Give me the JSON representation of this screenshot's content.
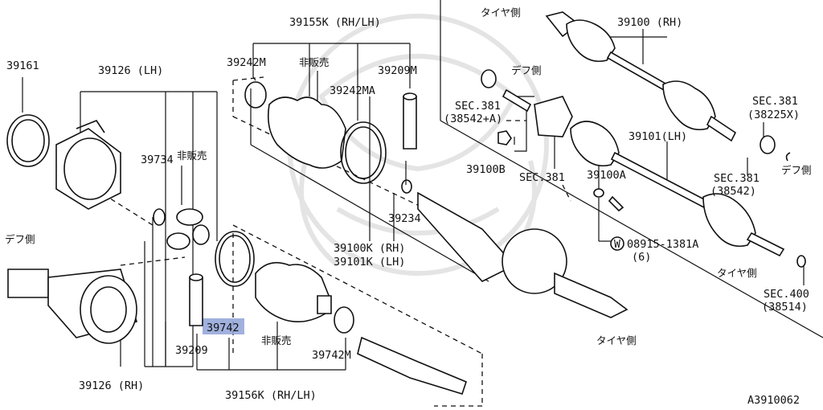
{
  "labels": {
    "p39161": "39161",
    "p39126_lh": "39126 (LH)",
    "p39734": "39734",
    "not_for_sale_1": "非販売",
    "diff_side_left": "デフ側",
    "p39126_rh": "39126 (RH)",
    "p39155k": "39155K (RH/LH)",
    "p39242m": "39242M",
    "not_for_sale_2": "非販売",
    "p39209m": "39209M",
    "p39242ma": "39242MA",
    "p39234": "39234",
    "p39100k": "39100K (RH)",
    "p39101k_kit": "39101K (LH)",
    "p39742": "39742",
    "p39209": "39209",
    "not_for_sale_3": "非販売",
    "p39742m": "39742M",
    "p39156k": "39156K (RH/LH)",
    "tire_side_bottom": "タイヤ側",
    "tire_side_top": "タイヤ側",
    "p39100_rh": "39100 (RH)",
    "diff_side_top": "デフ側",
    "sec381_a_title": "SEC.381",
    "sec381_a_sub": "(38542+A)",
    "p39100b": "39100B",
    "sec381_mid": "SEC.381",
    "p39100a": "39100A",
    "p39101_lh": "39101(LH)",
    "w_mark": "W",
    "p08915": "08915-1381A",
    "qty6": "(6)",
    "sec381_x_title": "SEC.381",
    "sec381_x_sub": "(38225X)",
    "diff_side_right": "デフ側",
    "sec381_b_title": "SEC.381",
    "sec381_b_sub": "(38542)",
    "tire_side_right": "タイヤ側",
    "sec400_title": "SEC.400",
    "sec400_sub": "(38514)",
    "figure_code": "A3910062"
  },
  "highlight_color": "#8fa3d8"
}
